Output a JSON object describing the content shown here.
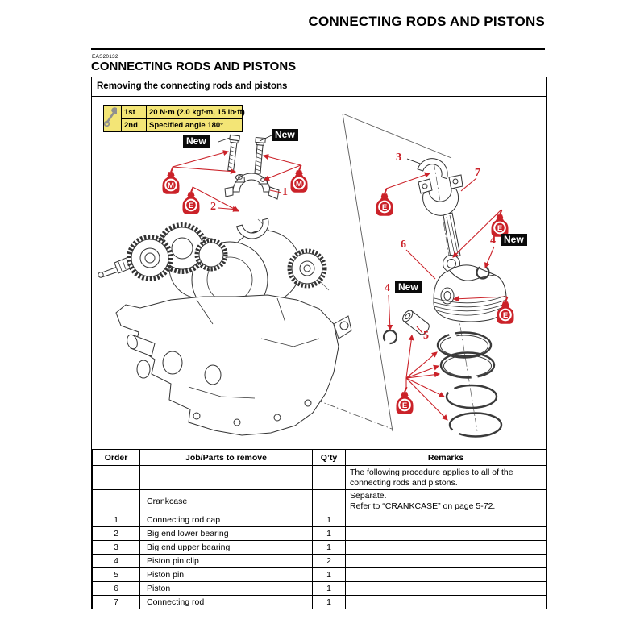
{
  "page": {
    "header_title": "CONNECTING RODS AND PISTONS",
    "section_code": "EAS20132",
    "section_title": "CONNECTING RODS AND PISTONS"
  },
  "figure": {
    "caption": "Removing the connecting rods and pistons",
    "tightening": {
      "step1_label": "1st",
      "step1_value": "20 N·m (2.0 kgf·m, 15 lb·ft)",
      "step2_label": "2nd",
      "step2_value": "Specified angle 180°"
    },
    "labels": {
      "new": "New",
      "oil_molybdenum": "M",
      "oil_engine": "E"
    },
    "callouts": [
      "1",
      "2",
      "3",
      "4",
      "5",
      "6",
      "7"
    ],
    "colors": {
      "accent_red": "#CB2229",
      "torque_bg": "#F3E576",
      "label_bg": "#0a0a0a",
      "label_fg": "#ffffff"
    }
  },
  "table": {
    "headers": [
      "Order",
      "Job/Parts to remove",
      "Q’ty",
      "Remarks"
    ],
    "rows": [
      {
        "order": "",
        "job": "",
        "qty": "",
        "remarks": "The following procedure applies to all of the connecting rods and pistons.",
        "remarks2": ""
      },
      {
        "order": "",
        "job": "Crankcase",
        "qty": "",
        "remarks": "Separate.",
        "remarks2": "Refer to “CRANKCASE” on page 5-72."
      },
      {
        "order": "1",
        "job": "Connecting rod cap",
        "qty": "1",
        "remarks": "",
        "remarks2": ""
      },
      {
        "order": "2",
        "job": "Big end lower bearing",
        "qty": "1",
        "remarks": "",
        "remarks2": ""
      },
      {
        "order": "3",
        "job": "Big end upper bearing",
        "qty": "1",
        "remarks": "",
        "remarks2": ""
      },
      {
        "order": "4",
        "job": "Piston pin clip",
        "qty": "2",
        "remarks": "",
        "remarks2": ""
      },
      {
        "order": "5",
        "job": "Piston pin",
        "qty": "1",
        "remarks": "",
        "remarks2": ""
      },
      {
        "order": "6",
        "job": "Piston",
        "qty": "1",
        "remarks": "",
        "remarks2": ""
      },
      {
        "order": "7",
        "job": "Connecting rod",
        "qty": "1",
        "remarks": "",
        "remarks2": ""
      }
    ]
  }
}
